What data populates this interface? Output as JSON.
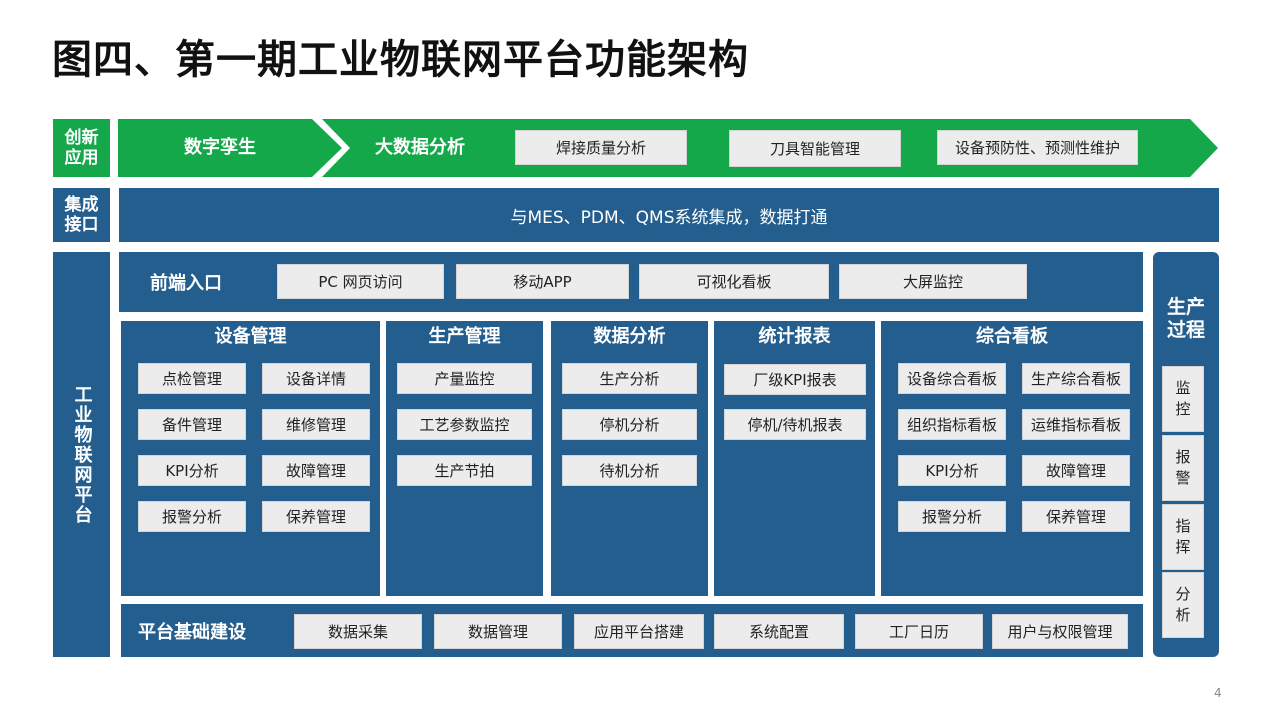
{
  "title": "图四、第一期工业物联网平台功能架构",
  "page_number": "4",
  "colors": {
    "green": "#14a84a",
    "blue": "#245e8e",
    "gray_box": "#ececec"
  },
  "rows": {
    "innovation": {
      "label": "创新应用",
      "arrow1": "数字孪生",
      "arrow2": "大数据分析",
      "items": [
        "焊接质量分析",
        "刀具智能管理",
        "设备预防性、预测性维护"
      ]
    },
    "integration": {
      "label": "集成接口",
      "text": "与MES、PDM、QMS系统集成，数据打通"
    },
    "platform": {
      "label": "工业物联网平台",
      "frontend": {
        "label": "前端入口",
        "items": [
          "PC 网页访问",
          "移动APP",
          "可视化看板",
          "大屏监控"
        ]
      },
      "modules": {
        "equipment": {
          "title": "设备管理",
          "items": [
            "点检管理",
            "设备详情",
            "备件管理",
            "维修管理",
            "KPI分析",
            "故障管理",
            "报警分析",
            "保养管理"
          ]
        },
        "production": {
          "title": "生产管理",
          "items": [
            "产量监控",
            "工艺参数监控",
            "生产节拍"
          ]
        },
        "analysis": {
          "title": "数据分析",
          "items": [
            "生产分析",
            "停机分析",
            "待机分析"
          ]
        },
        "reports": {
          "title": "统计报表",
          "items": [
            "厂级KPI报表",
            "停机/待机报表"
          ]
        },
        "dashboard": {
          "title": "综合看板",
          "items": [
            "设备综合看板",
            "生产综合看板",
            "组织指标看板",
            "运维指标看板",
            "KPI分析",
            "故障管理",
            "报警分析",
            "保养管理"
          ]
        }
      },
      "foundation": {
        "label": "平台基础建设",
        "items": [
          "数据采集",
          "数据管理",
          "应用平台搭建",
          "系统配置",
          "工厂日历",
          "用户与权限管理"
        ]
      }
    },
    "process": {
      "title": "生产过程",
      "items": [
        "监控",
        "报警",
        "指挥",
        "分析"
      ]
    }
  }
}
